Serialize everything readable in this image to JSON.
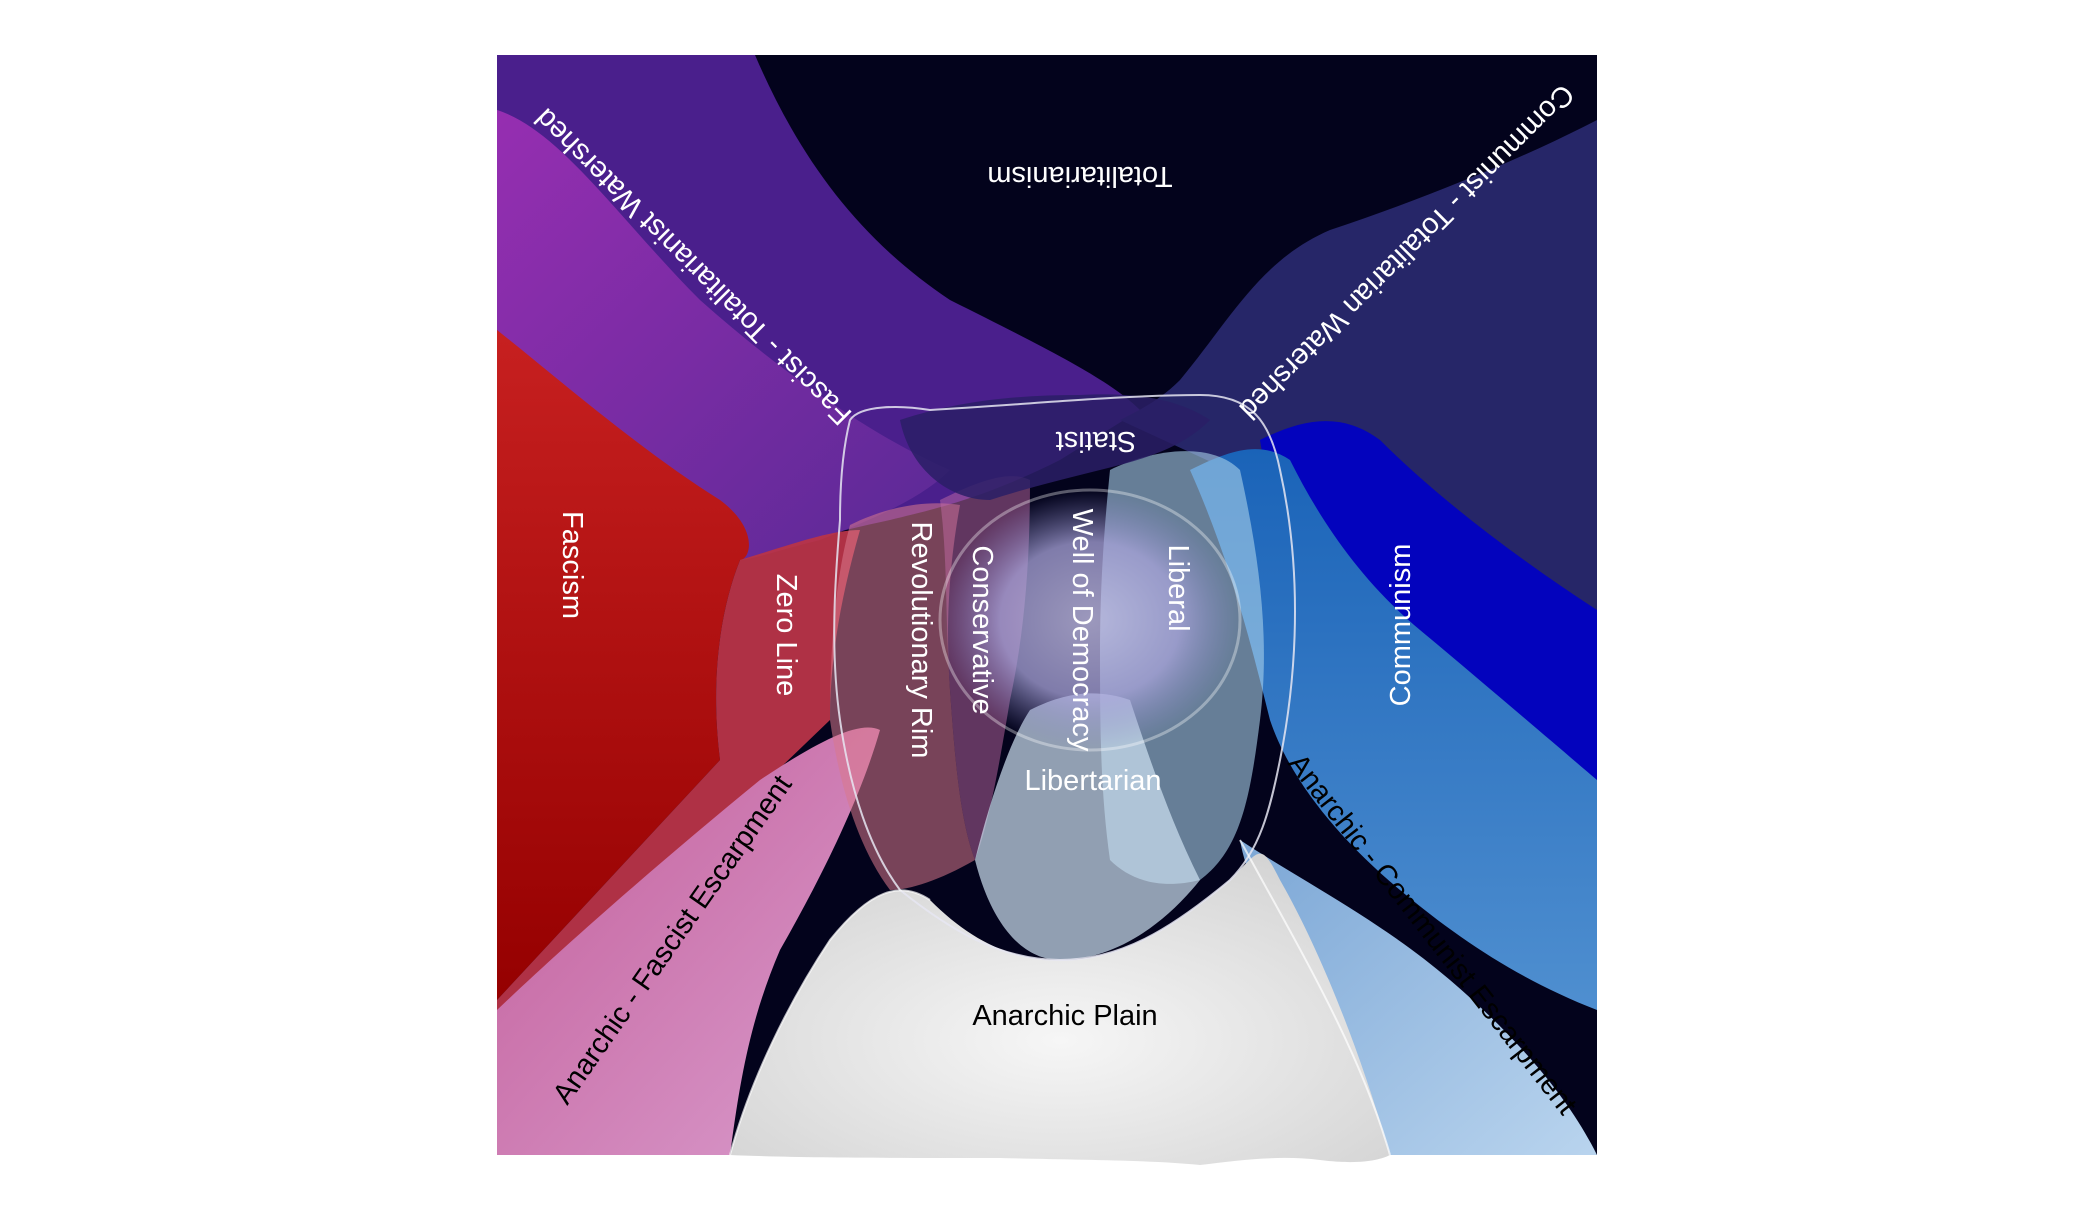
{
  "labels": {
    "totalitarianism": "Totalitarianism",
    "fascist_watershed": "Fascist - Totalitarianist Watershed",
    "communist_watershed": "Communist - Totalitarian Watershed",
    "statist": "Statist",
    "fascism": "Fascism",
    "zero_line": "Zero Line",
    "revolutionary_rim": "Revolutionary Rim",
    "conservative": "Conservative",
    "well_of_democracy": "Well of Democracy",
    "liberal": "Liberal",
    "communism": "Communism",
    "libertarian": "Libertarian",
    "anarchic_fascist_escarpment": "Anarchic - Fascist Escarpment",
    "anarchic_communist_escarpment": "Anarchic - Communist Escarpment",
    "anarchic_plain": "Anarchic Plain"
  },
  "colors": {
    "totalitarianism": "#03031c",
    "fascist_watershed": "#5a2a9a",
    "communist_watershed": "#262668",
    "fascism": "#a80a0a",
    "communism": "#0505c0",
    "anarchic_plain": "#e4e4e4",
    "well": "#b8b4e6"
  }
}
